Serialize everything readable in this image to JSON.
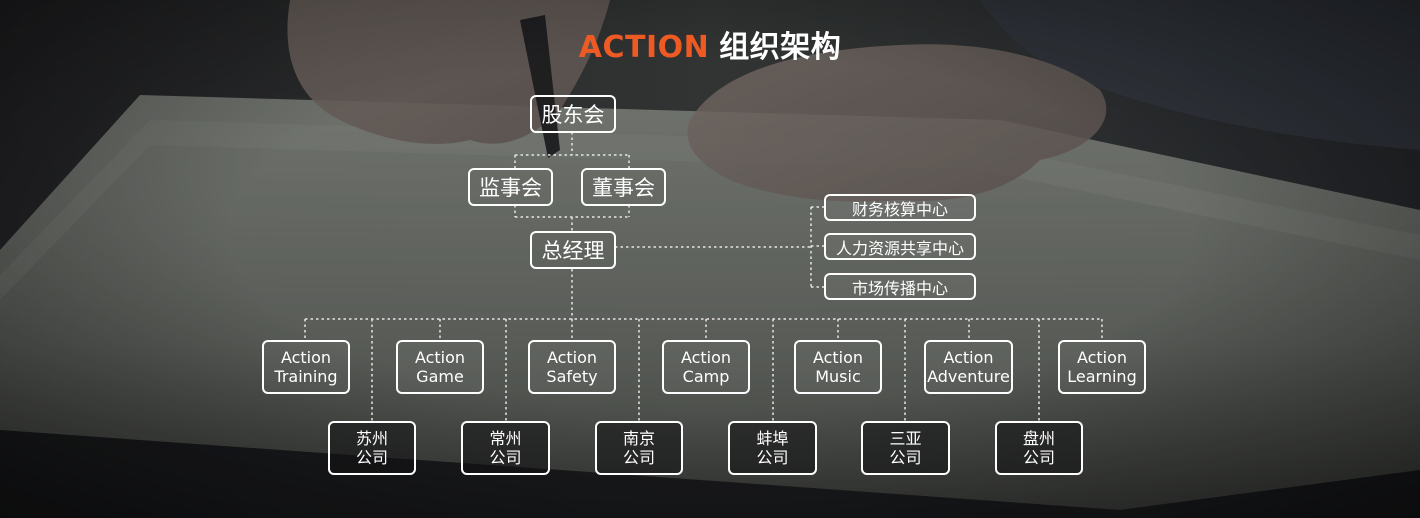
{
  "title": {
    "brand": "ACTION",
    "text": "组织架构"
  },
  "colors": {
    "accent": "#ee5a24",
    "node_border": "#ffffff",
    "line": "#e6e6e6"
  },
  "org": {
    "shareholders": "股东会",
    "supervisors": "监事会",
    "board": "董事会",
    "gm": "总经理",
    "centers": [
      "财务核算中心",
      "人力资源共享中心",
      "市场传播中心"
    ],
    "departments": [
      {
        "l1": "Action",
        "l2": "Training"
      },
      {
        "l1": "Action",
        "l2": "Game"
      },
      {
        "l1": "Action",
        "l2": "Safety"
      },
      {
        "l1": "Action",
        "l2": "Camp"
      },
      {
        "l1": "Action",
        "l2": "Music"
      },
      {
        "l1": "Action",
        "l2": "Adventure"
      },
      {
        "l1": "Action",
        "l2": "Learning"
      }
    ],
    "branches": [
      {
        "l1": "苏州",
        "l2": "公司"
      },
      {
        "l1": "常州",
        "l2": "公司"
      },
      {
        "l1": "南京",
        "l2": "公司"
      },
      {
        "l1": "蚌埠",
        "l2": "公司"
      },
      {
        "l1": "三亚",
        "l2": "公司"
      },
      {
        "l1": "盘州",
        "l2": "公司"
      }
    ]
  }
}
